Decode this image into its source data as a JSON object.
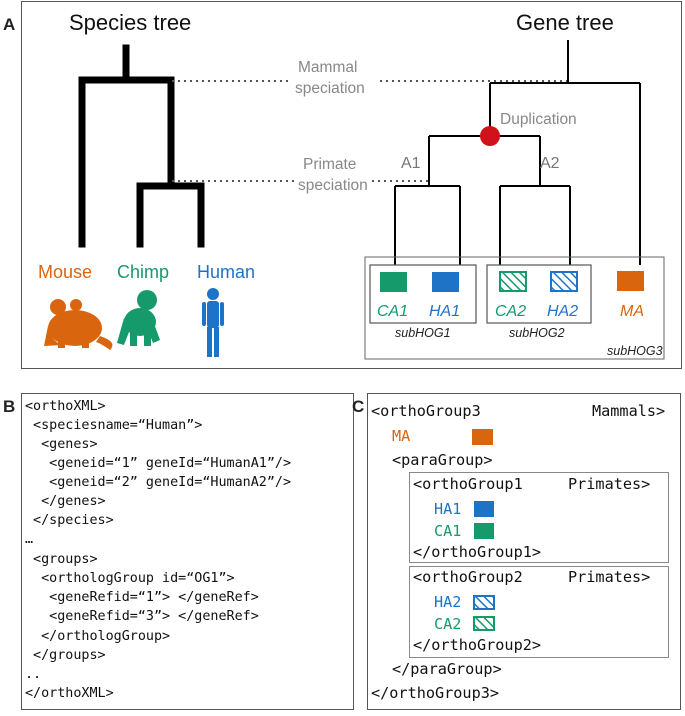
{
  "panel_labels": {
    "a": "A",
    "b": "B",
    "c": "C"
  },
  "panel_a": {
    "species_tree_title": "Species tree",
    "gene_tree_title": "Gene tree",
    "mammal_speciation": [
      "Mammal",
      "speciation"
    ],
    "primate_speciation": [
      "Primate",
      "speciation"
    ],
    "duplication_label": "Duplication",
    "a1_label": "A1",
    "a2_label": "A2",
    "species": {
      "mouse": "Mouse",
      "chimp": "Chimp",
      "human": "Human"
    },
    "genes": {
      "ca1": "CA1",
      "ha1": "HA1",
      "ca2": "CA2",
      "ha2": "HA2",
      "ma": "MA"
    },
    "subhogs": {
      "s1": "subHOG1",
      "s2": "subHOG2",
      "s3": "subHOG3"
    },
    "colors": {
      "mouse": "#d9650f",
      "chimp": "#149a6b",
      "human": "#1f73c6",
      "duplication": "#d1121b"
    }
  },
  "panel_b": {
    "lines": [
      "<orthoXML>",
      " <speciesname=“Human”>",
      "  <genes>",
      "   <geneid=“1” geneId=“HumanA1”/>",
      "   <geneid=“2” geneId=“HumanA2”/>",
      "  </genes>",
      " </species>",
      "…",
      " <groups>",
      "  <orthologGroup id=“OG1”>",
      "   <geneRefid=“1”> </geneRef>",
      "   <geneRefid=“3”> </geneRef>",
      "  </orthologGroup>",
      " </groups>",
      "..",
      "</orthoXML>"
    ]
  },
  "panel_c": {
    "og3_open": "<orthoGroup3",
    "og3_tag": "Mammals>",
    "ma": "MA",
    "para_open": "<paraGroup>",
    "og1_open": "<orthoGroup1",
    "og1_tag": "Primates>",
    "ha1": "HA1",
    "ca1": "CA1",
    "og1_close": "</orthoGroup1>",
    "og2_open": "<orthoGroup2",
    "og2_tag": "Primates>",
    "ha2": "HA2",
    "ca2": "CA2",
    "og2_close": "</orthoGroup2>",
    "para_close": "</paraGroup>",
    "og3_close": "</orthoGroup3>"
  }
}
